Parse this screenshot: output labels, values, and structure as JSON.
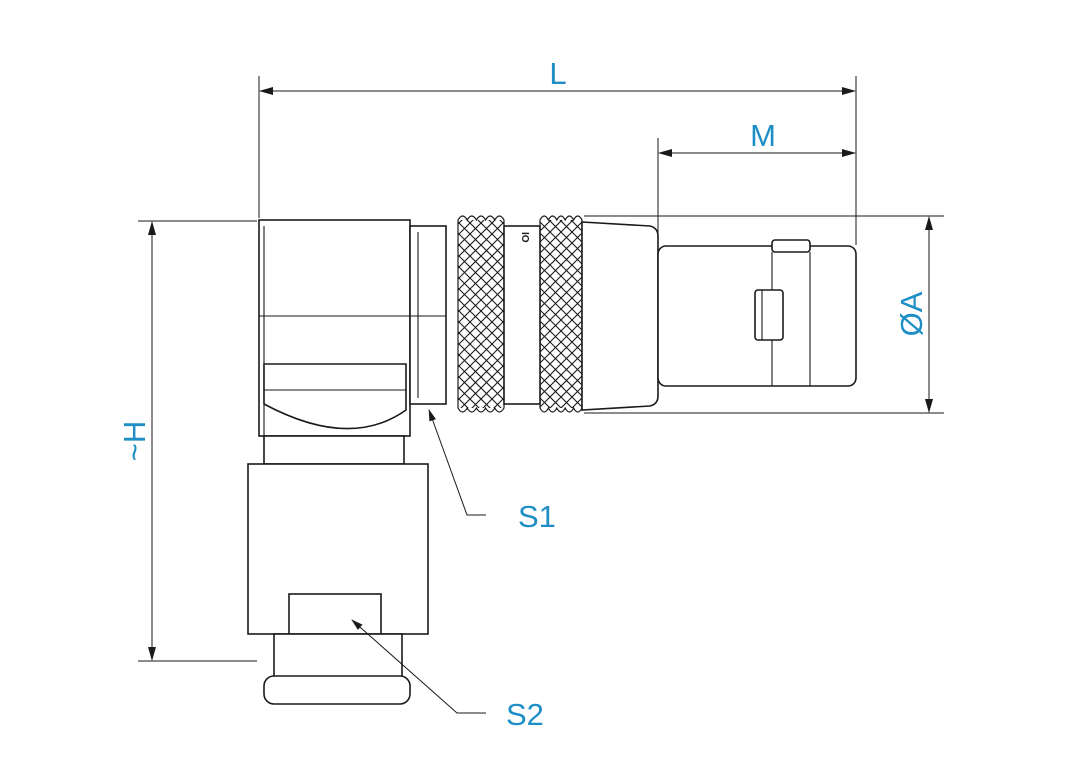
{
  "labels": {
    "length": "L",
    "mating": "M",
    "diameter": "ØA",
    "height": "~H",
    "spanner_1": "S1",
    "spanner_2": "S2"
  },
  "engraving": "IO",
  "colors": {
    "label": "#1e8fc6",
    "line": "#1a1a1a",
    "background": "#ffffff"
  }
}
